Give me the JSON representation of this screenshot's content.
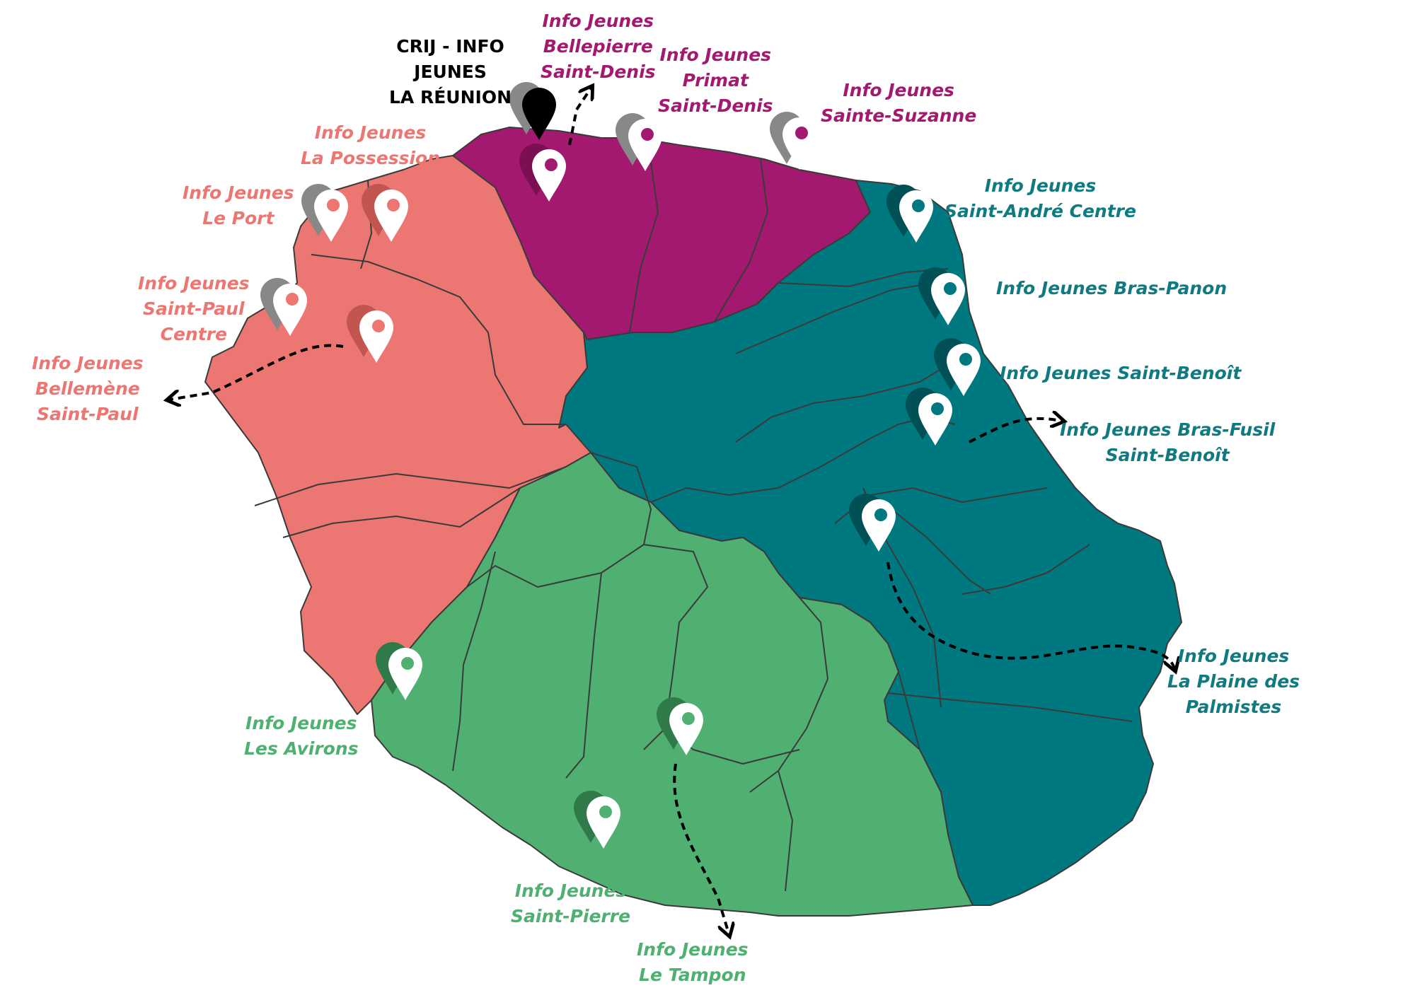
{
  "colors": {
    "nord": "#a3196f",
    "ouest": "#ec7772",
    "est": "#00787f",
    "sud": "#4fb072",
    "crij": "#000000",
    "border": "#333333"
  },
  "icons": {
    "pin": "map-pin-icon",
    "arrow": "dashed-arrow"
  },
  "labels": {
    "crij": [
      "CRIJ - INFO",
      "JEUNES",
      "LA RÉUNION"
    ],
    "bellepierre": [
      "Info Jeunes",
      "Bellepierre",
      "Saint-Denis"
    ],
    "primat": [
      "Info Jeunes",
      "Primat",
      "Saint-Denis"
    ],
    "sainte_suzanne": [
      "Info Jeunes",
      "Sainte-Suzanne"
    ],
    "la_possession": [
      "Info Jeunes",
      "La Possession"
    ],
    "le_port": [
      "Info Jeunes",
      "Le Port"
    ],
    "saint_paul_centre": [
      "Info Jeunes",
      "Saint-Paul",
      "Centre"
    ],
    "bellemene": [
      "Info Jeunes",
      "Bellemène",
      "Saint-Paul"
    ],
    "saint_andre": [
      "Info Jeunes",
      "Saint-André Centre"
    ],
    "bras_panon": [
      "Info Jeunes Bras-Panon"
    ],
    "saint_benoit": [
      "Info Jeunes  Saint-Benoît"
    ],
    "bras_fusil": [
      "Info Jeunes  Bras-Fusil",
      "Saint-Benoît"
    ],
    "plaine_palmistes": [
      "Info Jeunes",
      "La Plaine des",
      "Palmistes"
    ],
    "les_avirons": [
      "Info Jeunes",
      "Les Avirons"
    ],
    "saint_pierre": [
      "Info Jeunes",
      "Saint-Pierre"
    ],
    "le_tampon": [
      "Info Jeunes",
      "Le Tampon"
    ]
  }
}
